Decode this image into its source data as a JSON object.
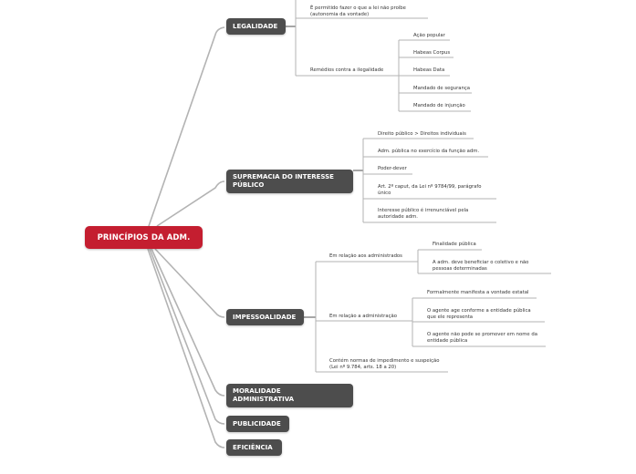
{
  "root": {
    "label": "PRINCÍPIOS DA ADM."
  },
  "colors": {
    "root": "#c41e30",
    "main": "#4d4d4d",
    "line": "#b3b3b3"
  },
  "legalidade": {
    "label": "LEGALIDADE",
    "children": [
      {
        "label": "É permitido fazer o que a lei não proíbe\n(autonomia da vontade)"
      },
      {
        "label": "Remédios contra a ilegalidade",
        "children": [
          "Ação popular",
          "Habeas Corpus",
          "Habeas Data",
          "Mandado de segurança",
          "Mandado de injunção"
        ]
      }
    ]
  },
  "supremacia": {
    "label": "SUPREMACIA DO INTERESSE PÚBLICO",
    "children": [
      "Direito público > Direitos individuais",
      "Adm. pública no exercício da função adm.",
      "Poder-dever",
      "Art. 2º caput, da Lei nº 9784/99, parágrafo único",
      "Interesse público é irrenunciável pela autoridade adm."
    ]
  },
  "impessoalidade": {
    "label": "IMPESSOALIDADE",
    "children": [
      {
        "label": "Em relação aos administrados",
        "children": [
          "Finalidade pública",
          "A adm. deve beneficiar o coletivo e não pessoas determinadas"
        ]
      },
      {
        "label": "Em relação a administração",
        "children": [
          "Formalmente manifesta a vontade estatal",
          "O agente age conforme a entidade pública que ele representa",
          "O agente não pode se promover em nome da entidade pública"
        ]
      },
      {
        "label": "Contém normas de impedimento e suspeição (Lei nº 9.784, arts. 18 a 20)"
      }
    ]
  },
  "moralidade": {
    "label": "MORALIDADE ADMINISTRATIVA"
  },
  "publicidade": {
    "label": "PUBLICIDADE"
  },
  "eficiencia": {
    "label": "EFICIÊNCIA"
  }
}
